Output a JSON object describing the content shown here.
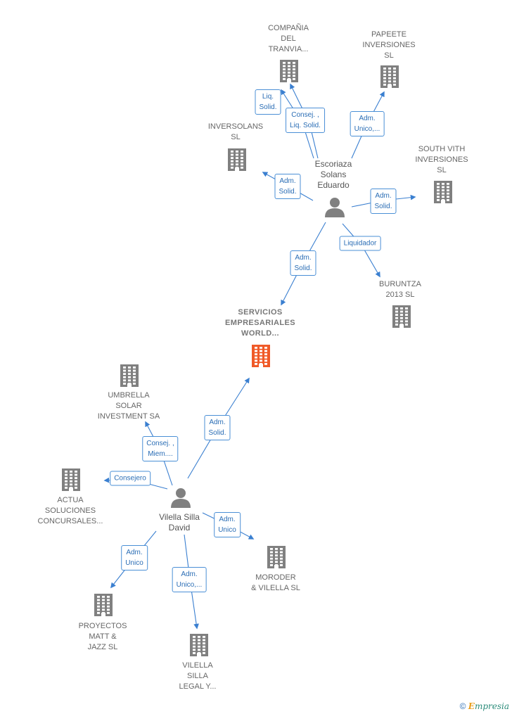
{
  "diagram": {
    "center": {
      "label": "SERVICIOS\nEMPRESARIALES\nWORLD...",
      "color": "#f05a28"
    },
    "companies": [
      {
        "id": "compania",
        "label": "COMPAÑIA\nDEL\nTRANVIA..."
      },
      {
        "id": "papeete",
        "label": "PAPEETE\nINVERSIONES\nSL"
      },
      {
        "id": "inversolans",
        "label": "INVERSOLANS\nSL"
      },
      {
        "id": "southvith",
        "label": "SOUTH VITH\nINVERSIONES\nSL"
      },
      {
        "id": "buruntza",
        "label": "BURUNTZA\n2013  SL"
      },
      {
        "id": "umbrella",
        "label": "UMBRELLA\nSOLAR\nINVESTMENT SA"
      },
      {
        "id": "actua",
        "label": "ACTUA\nSOLUCIONES\nCONCURSALES..."
      },
      {
        "id": "moroder",
        "label": "MORODER\n& VILELLA SL"
      },
      {
        "id": "proyectos",
        "label": "PROYECTOS\nMATT &\nJAZZ  SL"
      },
      {
        "id": "vilellalegal",
        "label": "VILELLA\nSILLA\nLEGAL Y..."
      }
    ],
    "persons": [
      {
        "id": "escoriaza",
        "label": "Escoriaza\nSolans\nEduardo"
      },
      {
        "id": "vilella",
        "label": "Vilella Silla\nDavid"
      }
    ],
    "edges": [
      {
        "id": "e1",
        "label": "Liq.\nSolid."
      },
      {
        "id": "e2",
        "label": "Consej. ,\nLiq. Solid."
      },
      {
        "id": "e3",
        "label": "Adm.\nUnico,..."
      },
      {
        "id": "e4",
        "label": "Adm.\nSolid."
      },
      {
        "id": "e5",
        "label": "Adm.\nSolid."
      },
      {
        "id": "e6",
        "label": "Liquidador"
      },
      {
        "id": "e7",
        "label": "Adm.\nSolid."
      },
      {
        "id": "e8",
        "label": "Adm.\nSolid."
      },
      {
        "id": "e9",
        "label": "Consej. ,\nMiem...."
      },
      {
        "id": "e10",
        "label": "Consejero"
      },
      {
        "id": "e11",
        "label": "Adm.\nUnico"
      },
      {
        "id": "e12",
        "label": "Adm.\nUnico"
      },
      {
        "id": "e13",
        "label": "Adm.\nUnico,..."
      }
    ],
    "colors": {
      "building": "#808080",
      "person": "#808080",
      "edge": "#3a7fd0"
    }
  },
  "footer": {
    "copyright": "©",
    "brand_first": "E",
    "brand_rest": "mpresia"
  }
}
